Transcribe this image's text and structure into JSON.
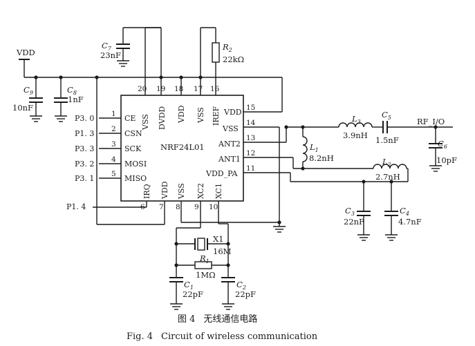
{
  "supply": {
    "vdd": "VDD"
  },
  "chip": {
    "name": "NRF24L01",
    "pins_left": [
      {
        "num": "1",
        "name": "CE",
        "signal": "P3. 0"
      },
      {
        "num": "2",
        "name": "CSN",
        "signal": "P1. 3"
      },
      {
        "num": "3",
        "name": "SCK",
        "signal": "P3. 3"
      },
      {
        "num": "4",
        "name": "MOSI",
        "signal": "P3. 2"
      },
      {
        "num": "5",
        "name": "MISO",
        "signal": "P3. 1"
      }
    ],
    "pins_top": [
      {
        "num": "20",
        "name": "VSS"
      },
      {
        "num": "19",
        "name": "DVDD"
      },
      {
        "num": "18",
        "name": "VDD"
      },
      {
        "num": "17",
        "name": "VSS"
      },
      {
        "num": "16",
        "name": "IREF"
      }
    ],
    "pins_right": [
      {
        "num": "15",
        "name": "VDD"
      },
      {
        "num": "14",
        "name": "VSS"
      },
      {
        "num": "13",
        "name": "ANT2"
      },
      {
        "num": "12",
        "name": "ANT1"
      },
      {
        "num": "11",
        "name": "VDD_PA"
      }
    ],
    "pins_bottom": [
      {
        "num": "6",
        "name": "IRQ"
      },
      {
        "num": "7",
        "name": "VDD"
      },
      {
        "num": "8",
        "name": "VSS"
      },
      {
        "num": "9",
        "name": "XC2"
      },
      {
        "num": "10",
        "name": "XC1"
      }
    ],
    "irq_signal": "P1. 4"
  },
  "components": {
    "c9": {
      "ref": "C",
      "sub": "9",
      "value": "10nF"
    },
    "c8": {
      "ref": "C",
      "sub": "8",
      "value": "1nF"
    },
    "c7": {
      "ref": "C",
      "sub": "7",
      "value": "23nF"
    },
    "r2": {
      "ref": "R",
      "sub": "2",
      "value": "22kΩ"
    },
    "l3": {
      "ref": "L",
      "sub": "3",
      "value": "3.9nH"
    },
    "c5": {
      "ref": "C",
      "sub": "5",
      "value": "1.5nF"
    },
    "rf": {
      "label": "RF_I/O"
    },
    "c6": {
      "ref": "C",
      "sub": "6",
      "value": "10pF"
    },
    "l1": {
      "ref": "L",
      "sub": "1",
      "value": "8.2nH"
    },
    "l2": {
      "ref": "L",
      "sub": "2",
      "value": "2.7nH"
    },
    "c3": {
      "ref": "C",
      "sub": "3",
      "value": "22nF"
    },
    "c4": {
      "ref": "C",
      "sub": "4",
      "value": "4.7nF"
    },
    "x1": {
      "ref": "X1",
      "value": "16M"
    },
    "r1": {
      "ref": "R",
      "sub": "1",
      "value": "1MΩ"
    },
    "c1": {
      "ref": "C",
      "sub": "1",
      "value": "22pF"
    },
    "c2": {
      "ref": "C",
      "sub": "2",
      "value": "22pF"
    }
  },
  "caption": {
    "zh_label": "图 4",
    "zh_title": "无线通信电路",
    "en_label": "Fig. 4",
    "en_title": "Circuit of wireless communication"
  }
}
